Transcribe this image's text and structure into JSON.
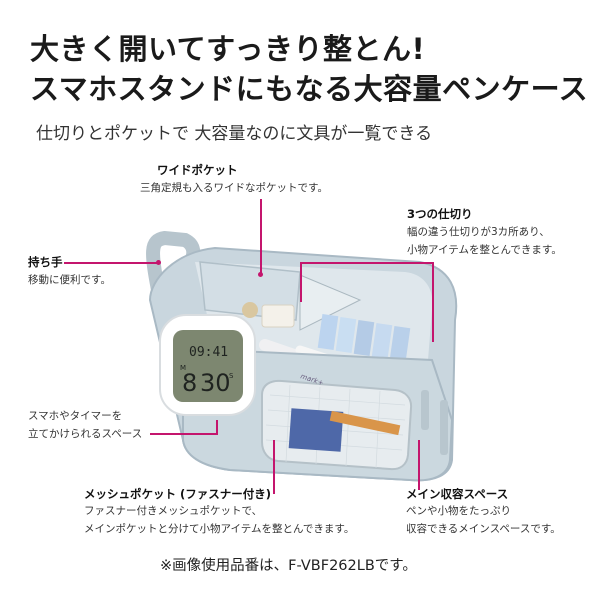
{
  "headline": {
    "line1": "大きく開いてすっきり整とん!",
    "line2": "スマホスタンドにもなる大容量ペンケース"
  },
  "subheadline": "仕切りとポケットで 大容量なのに文具が一覧できる",
  "annotations": {
    "wide_pocket": {
      "title": "ワイドポケット",
      "text": "三角定規も入るワイドなポケットです。"
    },
    "dividers": {
      "title": "3つの仕切り",
      "line1": "幅の違う仕切りが3カ所あり、",
      "line2": "小物アイテムを整とんできます。"
    },
    "handle": {
      "title": "持ち手",
      "text": "移動に便利です。"
    },
    "stand_space": {
      "line1": "スマホやタイマーを",
      "line2": "立てかけられるスペース"
    },
    "mesh_pocket": {
      "title": "メッシュポケット (ファスナー付き)",
      "line1": "ファスナー付きメッシュポケットで、",
      "line2": "メインポケットと分けて小物アイテムを整とんできます。"
    },
    "main_storage": {
      "title": "メイン収容スペース",
      "line1": "ペンや小物をたっぷり",
      "line2": "収容できるメインスペースです。"
    }
  },
  "timer": {
    "time": "09:41",
    "m_label": "M",
    "minutes": "8",
    "seconds": "30",
    "s_label": "S"
  },
  "pen_brand": "mark+",
  "footnote": "※画像使用品番は、F-VBF262LBです。",
  "colors": {
    "accent": "#c4156d",
    "case": "#c9d6de",
    "case_dark": "#a9b9c4"
  }
}
